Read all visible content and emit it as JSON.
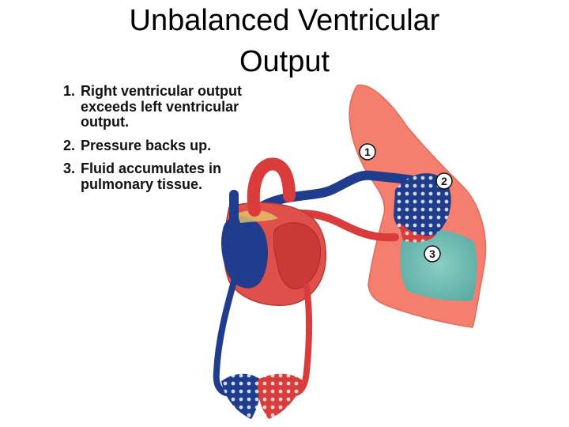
{
  "title": {
    "line1": "Unbalanced Ventricular",
    "line2": "Output"
  },
  "steps": [
    {
      "num": "1.",
      "text": "Right ventricular output exceeds left ventricular output."
    },
    {
      "num": "2.",
      "text": "Pressure backs up."
    },
    {
      "num": "3.",
      "text": "Fluid accumulates in pulmonary tissue."
    }
  ],
  "markers": [
    "1",
    "2",
    "3"
  ],
  "colors": {
    "lung": "#f47f6f",
    "artery_red": "#d93c3a",
    "vein_blue": "#1f3d8c",
    "fluid": "#5fc3b9",
    "background": "#ffffff"
  }
}
